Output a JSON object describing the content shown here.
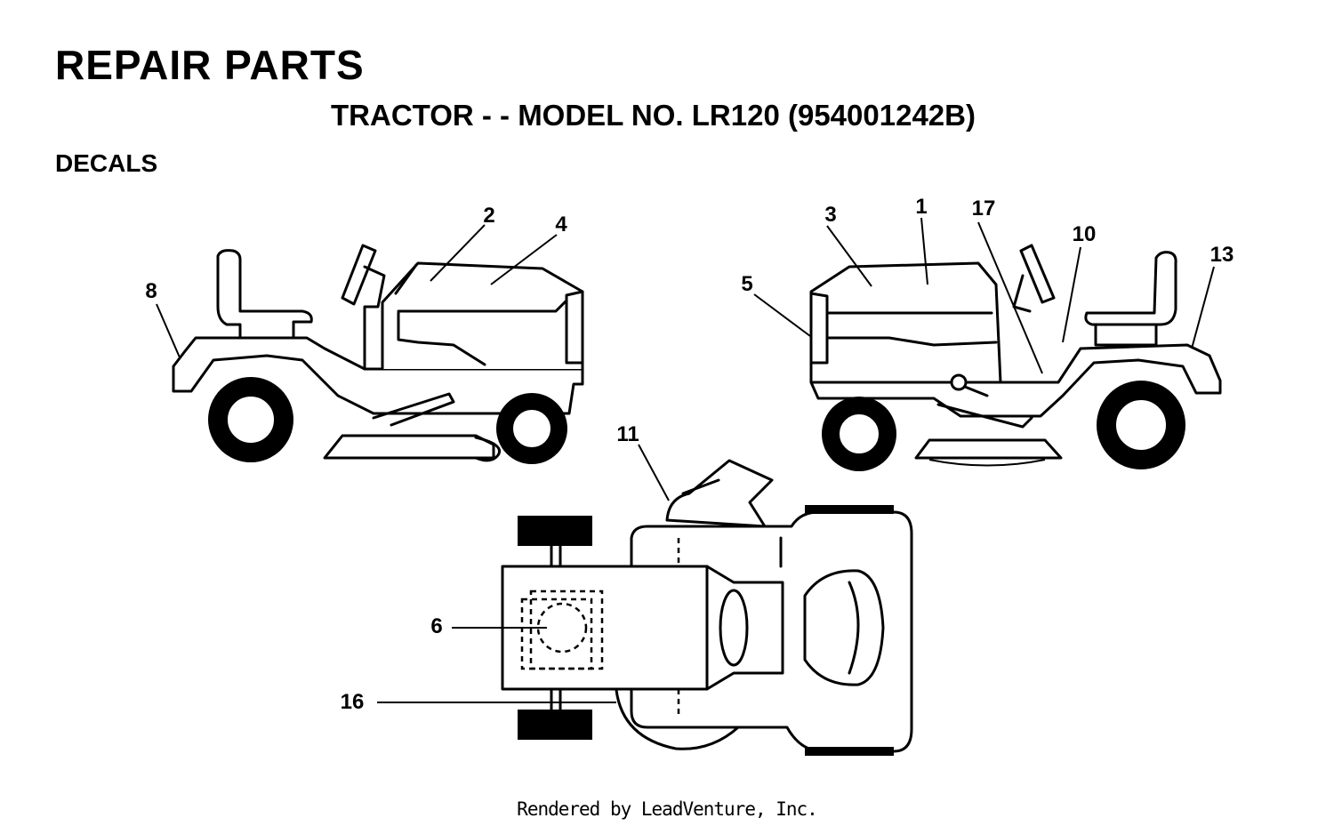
{
  "header": {
    "title": "REPAIR PARTS",
    "subtitle": "TRACTOR - - MODEL NO. LR120 (954001242B)",
    "section": "DECALS"
  },
  "callouts": {
    "c1": "1",
    "c2": "2",
    "c3": "3",
    "c4": "4",
    "c5": "5",
    "c6": "6",
    "c8": "8",
    "c10": "10",
    "c11": "11",
    "c13": "13",
    "c16": "16",
    "c17": "17"
  },
  "footer": {
    "text": "Rendered by LeadVenture, Inc."
  }
}
